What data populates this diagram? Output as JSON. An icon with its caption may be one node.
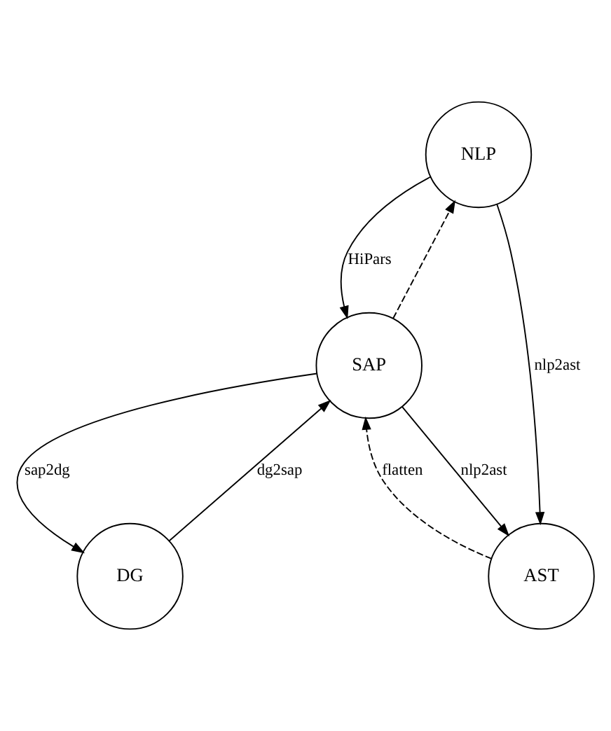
{
  "diagram": {
    "nodes": [
      {
        "text": [
          "NLP"
        ]
      },
      {
        "text": [
          "SAP"
        ]
      },
      {
        "text": [
          "AST"
        ]
      },
      {
        "text": [
          "DG"
        ]
      }
    ],
    "edges": [
      {
        "from": 0,
        "to": 1,
        "arrow": "to",
        "label": "HiPars"
      },
      {
        "from": 1,
        "to": 0,
        "arrow": "to",
        "style": "dashed"
      },
      {
        "from": 0,
        "to": 2,
        "arrow": "to",
        "label": "nlp2ast"
      },
      {
        "from": 1,
        "to": 2,
        "arrow": "to",
        "label": "nlp2ast"
      },
      {
        "from": 2,
        "to": 1,
        "arrow": "to",
        "label": "flatten",
        "style": "dashed"
      },
      {
        "from": 1,
        "to": 3,
        "arrow": "to",
        "label": "sap2dg"
      },
      {
        "from": 3,
        "to": 1,
        "arrow": "to",
        "label": "dg2sap"
      }
    ]
  }
}
